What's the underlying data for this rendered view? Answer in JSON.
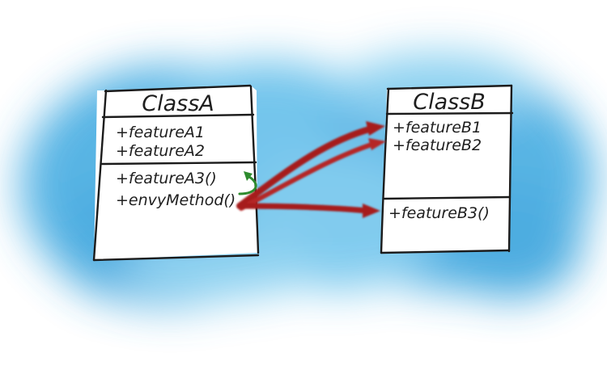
{
  "diagram": {
    "class_a": {
      "name": "ClassA",
      "attributes": [
        "+featureA1",
        "+featureA2"
      ],
      "methods": [
        "+featureA3()",
        "+envyMethod()"
      ]
    },
    "class_b": {
      "name": "ClassB",
      "attributes": [
        "+featureB1",
        "+featureB2"
      ],
      "methods": [
        "+featureB3()"
      ]
    },
    "arrows": [
      {
        "from": "envyMethod()",
        "to": "featureB1",
        "color": "#b22222"
      },
      {
        "from": "envyMethod()",
        "to": "featureB2",
        "color": "#b22222"
      },
      {
        "from": "envyMethod()",
        "to": "featureB3()",
        "color": "#b22222"
      },
      {
        "from": "envyMethod()",
        "to": "featureA3()",
        "color": "#2e8b2e"
      }
    ],
    "colors": {
      "background_wash": "#4fb3e6",
      "ink": "#1b1b1b",
      "box_fill": "#ffffff",
      "external_call": "#b22222",
      "internal_call": "#2e8b2e"
    }
  }
}
